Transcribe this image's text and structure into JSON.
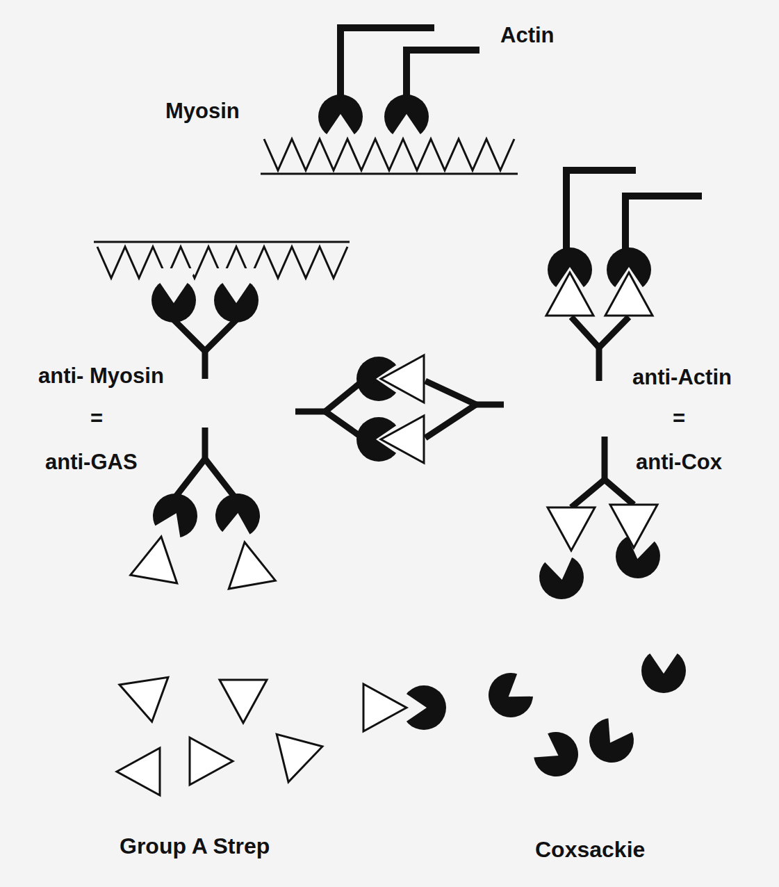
{
  "diagram": {
    "labels": [
      "Actin",
      "Myosin",
      "anti- Myosin",
      "=",
      "anti-GAS",
      "anti-Actin",
      "=",
      "anti-Cox",
      "Group A Strep",
      "Coxsackie"
    ]
  }
}
